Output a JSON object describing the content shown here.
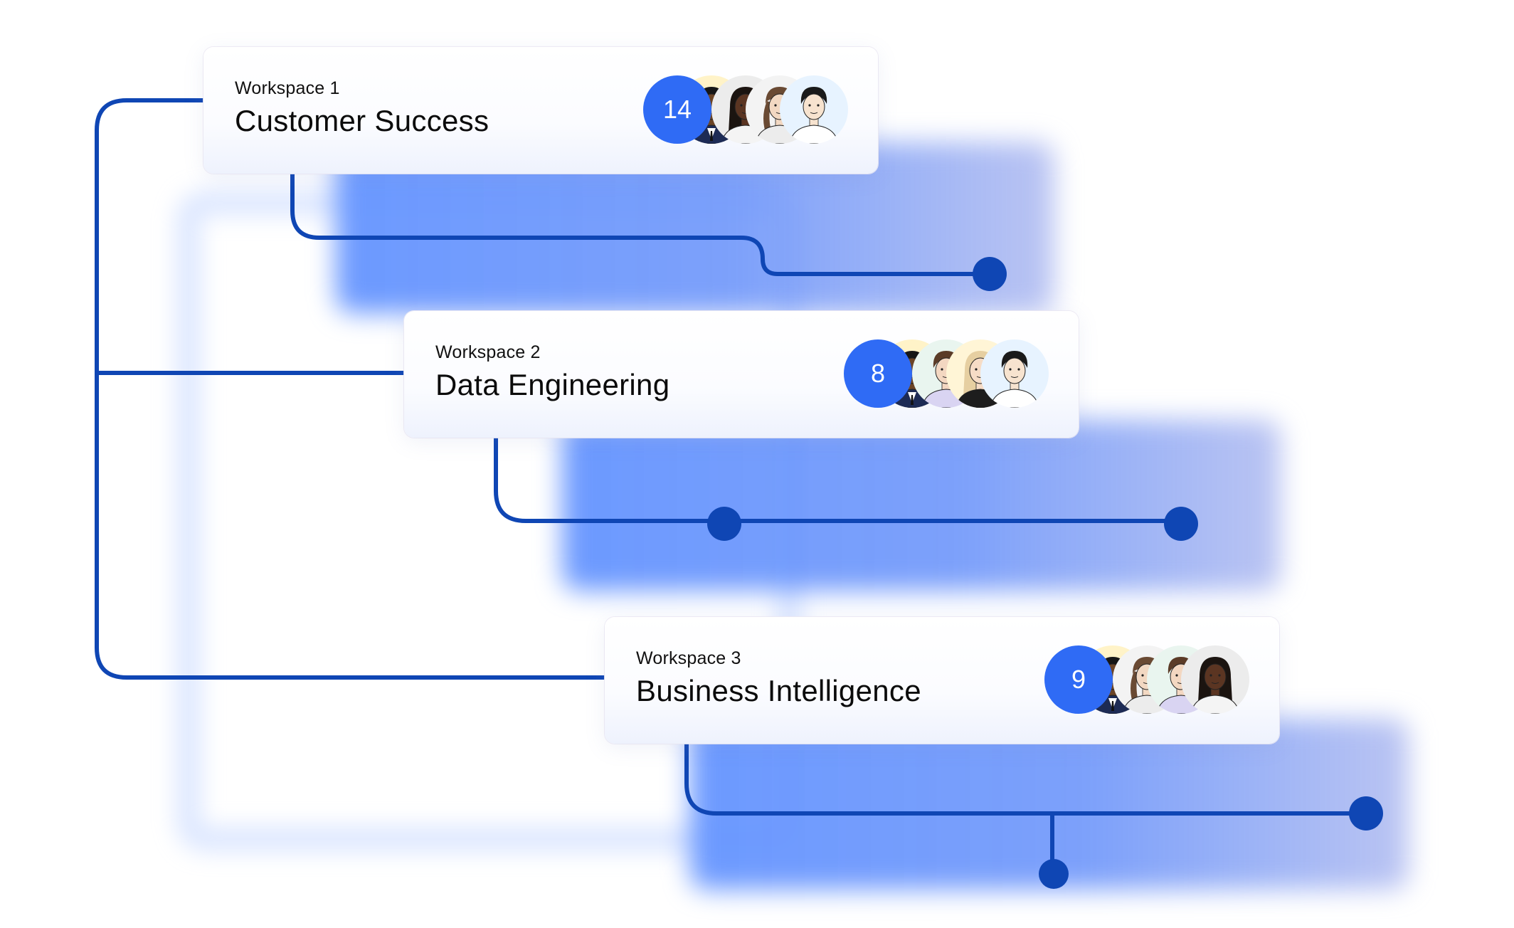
{
  "colors": {
    "connector": "#0f46b4",
    "badge": "#2f6bf5",
    "glow": "#6e96ff"
  },
  "workspaces": [
    {
      "label": "Workspace 1",
      "name": "Customer Success",
      "member_count": "14",
      "avatars": [
        "man-dark-suit",
        "woman-dark-hair",
        "woman-braid",
        "man-light-shirt"
      ]
    },
    {
      "label": "Workspace 2",
      "name": "Data Engineering",
      "member_count": "8",
      "avatars": [
        "man-dark-suit",
        "man-beard",
        "woman-blonde",
        "man-light-shirt"
      ]
    },
    {
      "label": "Workspace 3",
      "name": "Business Intelligence",
      "member_count": "9",
      "avatars": [
        "man-dark-suit",
        "woman-braid",
        "man-beard",
        "woman-dark-hair"
      ]
    }
  ]
}
